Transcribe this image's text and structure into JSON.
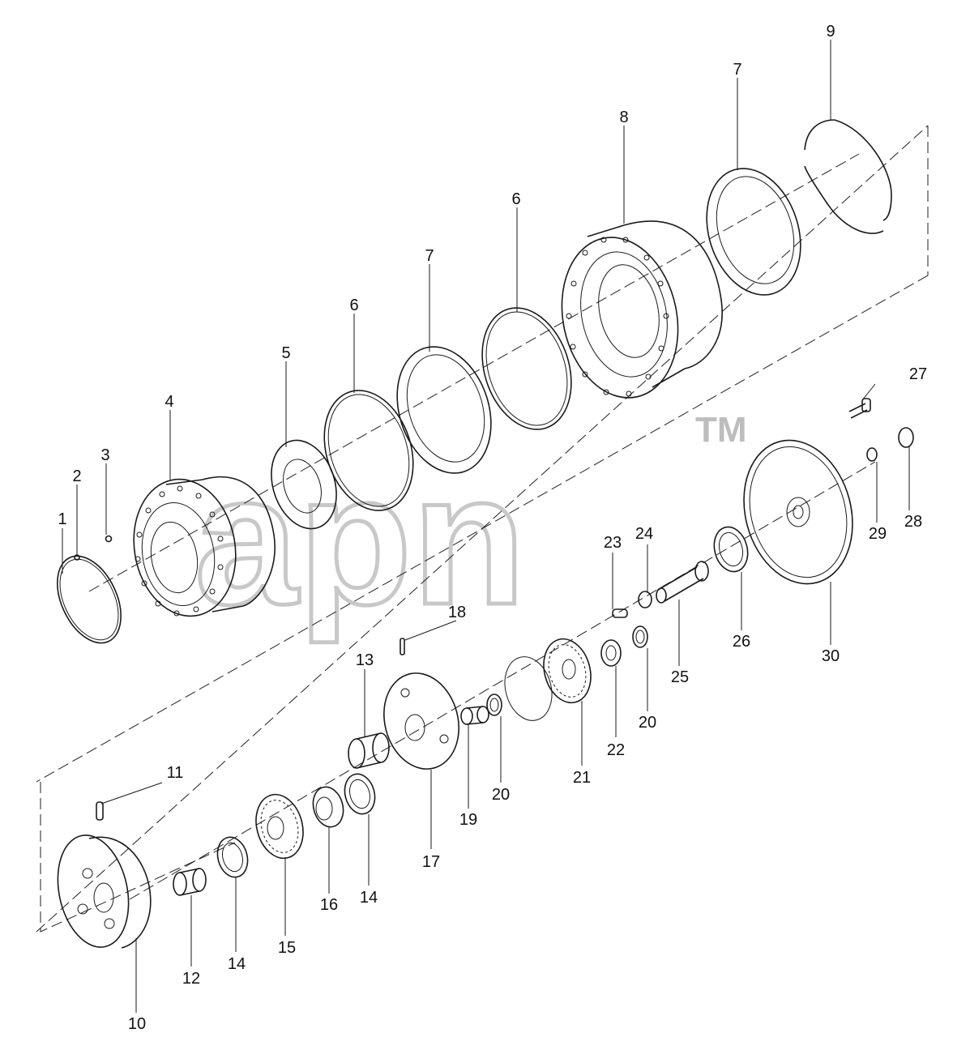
{
  "watermark": {
    "brand": "apn",
    "trademark": "TM"
  },
  "labels": {
    "p1": "1",
    "p2": "2",
    "p3": "3",
    "p4": "4",
    "p5": "5",
    "p6a": "6",
    "p6b": "6",
    "p7a": "7",
    "p7b": "7",
    "p8": "8",
    "p9": "9",
    "p10": "10",
    "p11": "11",
    "p12": "12",
    "p13": "13",
    "p14a": "14",
    "p14b": "14",
    "p15": "15",
    "p16": "16",
    "p17": "17",
    "p18": "18",
    "p19": "19",
    "p20a": "20",
    "p20b": "20",
    "p21": "21",
    "p22": "22",
    "p23": "23",
    "p24": "24",
    "p25": "25",
    "p26": "26",
    "p27": "27",
    "p28": "28",
    "p29": "29",
    "p30": "30"
  }
}
